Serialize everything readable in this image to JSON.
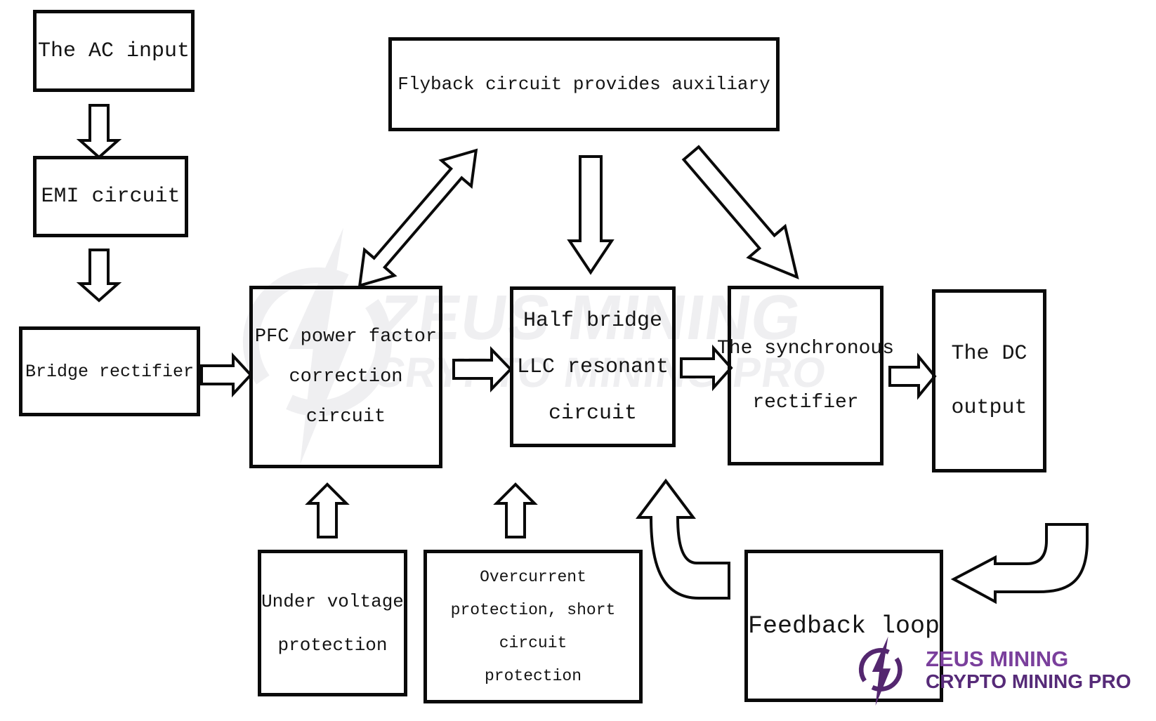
{
  "diagram": {
    "nodes": {
      "ac_input": {
        "label": "The AC input"
      },
      "emi": {
        "label": "EMI circuit"
      },
      "bridge": {
        "label": "Bridge rectifier"
      },
      "pfc": {
        "lines": [
          "PFC power factor",
          "correction",
          "circuit"
        ]
      },
      "flyback": {
        "label": "Flyback circuit provides auxiliary"
      },
      "half_bridge": {
        "lines": [
          "Half bridge",
          "LLC resonant",
          "circuit"
        ]
      },
      "sync_rectifier": {
        "lines": [
          "The synchronous",
          "rectifier"
        ]
      },
      "dc_output": {
        "lines": [
          "The DC",
          "output"
        ]
      },
      "under_voltage": {
        "lines": [
          "Under voltage",
          "protection"
        ]
      },
      "overcurrent": {
        "lines": [
          "Overcurrent",
          "protection, short",
          "circuit",
          "protection"
        ]
      },
      "feedback": {
        "label": "Feedback loop"
      }
    },
    "line_color": "#0a0a0a",
    "arrow_fill": "#ffffff"
  },
  "watermark": {
    "line1": "ZEUS MINING",
    "line2": "CRYPTO MINING PRO",
    "icon": "lightning-bolt-ring-icon",
    "color": "#efeff1"
  },
  "logo": {
    "line1": "ZEUS MINING",
    "line2": "CRYPTO MINING PRO",
    "icon": "lightning-bolt-ring-icon",
    "icon_color": "#54276f",
    "line1_color": "#7a3f9c",
    "line2_color": "#562a78"
  }
}
